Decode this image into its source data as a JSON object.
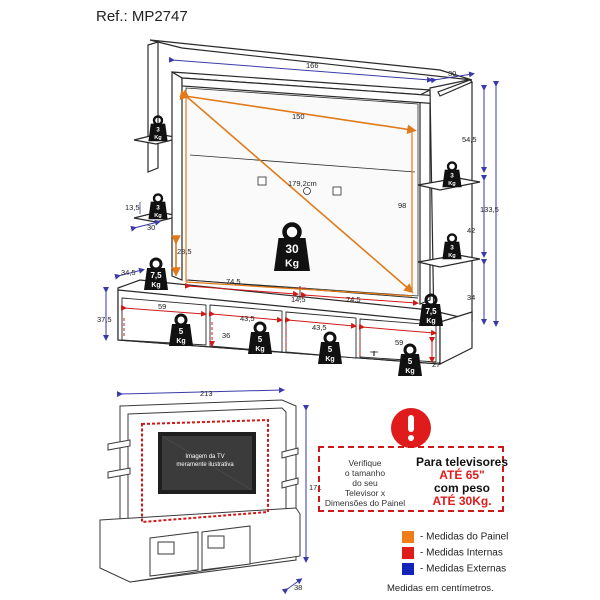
{
  "reference": "Ref.: MP2747",
  "dimensions": {
    "top_width": "166",
    "side_depth_top": "30",
    "panel_inner_width": "150",
    "diagonal": "179,2cm",
    "inner_height": "98",
    "upper_right_height": "54,5",
    "right_mid_height": "42",
    "total_height_right": "133,5",
    "lower_right_height": "34",
    "shelf_left_thickness": "13,5",
    "shelf_left_depth": "30",
    "left_panel_gap": "28,5",
    "shelf_overhang": "34,5",
    "base_left_height": "37,5",
    "niche_left_width": "74,5",
    "niche_right_width": "74,5",
    "center_gap": "14,5",
    "drawer1_width": "59",
    "drawer2_width": "43,5",
    "drawer3_width": "43,5",
    "drawer4_width": "59",
    "drawer2_height": "36",
    "drawer4_height": "27"
  },
  "weights": {
    "small_shelf": "3",
    "small_shelf_unit": "Kg",
    "main_panel": "30",
    "main_panel_unit": "Kg",
    "side_tower": "7,5",
    "side_tower_unit": "Kg",
    "niche": "5",
    "niche_unit": "Kg"
  },
  "overview": {
    "width": "213",
    "height": "171",
    "depth": "38",
    "tv_caption_line1": "Imagem da TV",
    "tv_caption_line2": "meramente ilustrativa"
  },
  "warning": {
    "verify_lines": [
      "Verifique",
      "o tamanho",
      "do seu",
      "Televisor x",
      "Dimensões do Painel"
    ],
    "headline_line1": "Para televisores",
    "headline_line2": "ATÉ 65\"",
    "headline_line3": "com peso",
    "headline_line4": "ATÉ 30Kg."
  },
  "legend": {
    "items": [
      {
        "label": "- Medidas do Painel",
        "color": "#f07d1a"
      },
      {
        "label": "- Medidas Internas",
        "color": "#e01b1b"
      },
      {
        "label": "- Medidas Externas",
        "color": "#1524b8"
      }
    ],
    "note": "Medidas em centímetros."
  },
  "colors": {
    "line": "#2a2a2a",
    "measure_blue": "#3a3aa8",
    "panel_orange": "#e07a1a",
    "internal_red": "#d01818",
    "weight_black": "#111111"
  }
}
